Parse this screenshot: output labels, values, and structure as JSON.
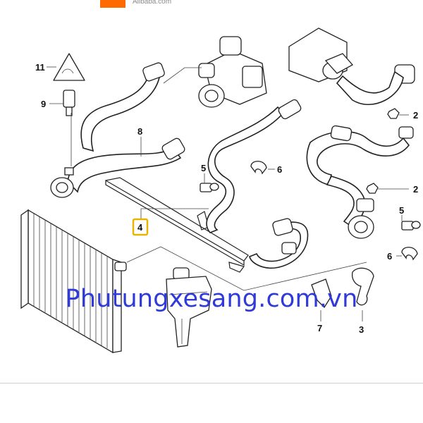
{
  "source_banner": {
    "site_text": "Alibaba.com",
    "logo_color": "#ff6a00"
  },
  "callouts": {
    "p11": "11",
    "p9": "9",
    "p8": "8",
    "p4": "4",
    "p5a": "5",
    "p6a": "6",
    "p2a": "2",
    "p2b": "2",
    "p5b": "5",
    "p6b": "6",
    "p7": "7",
    "p3": "3"
  },
  "highlight": {
    "label": "4",
    "color": "#e8b400"
  },
  "watermark": {
    "text": "Phutungxesang.com.vn",
    "color": "#2f3ad8"
  }
}
